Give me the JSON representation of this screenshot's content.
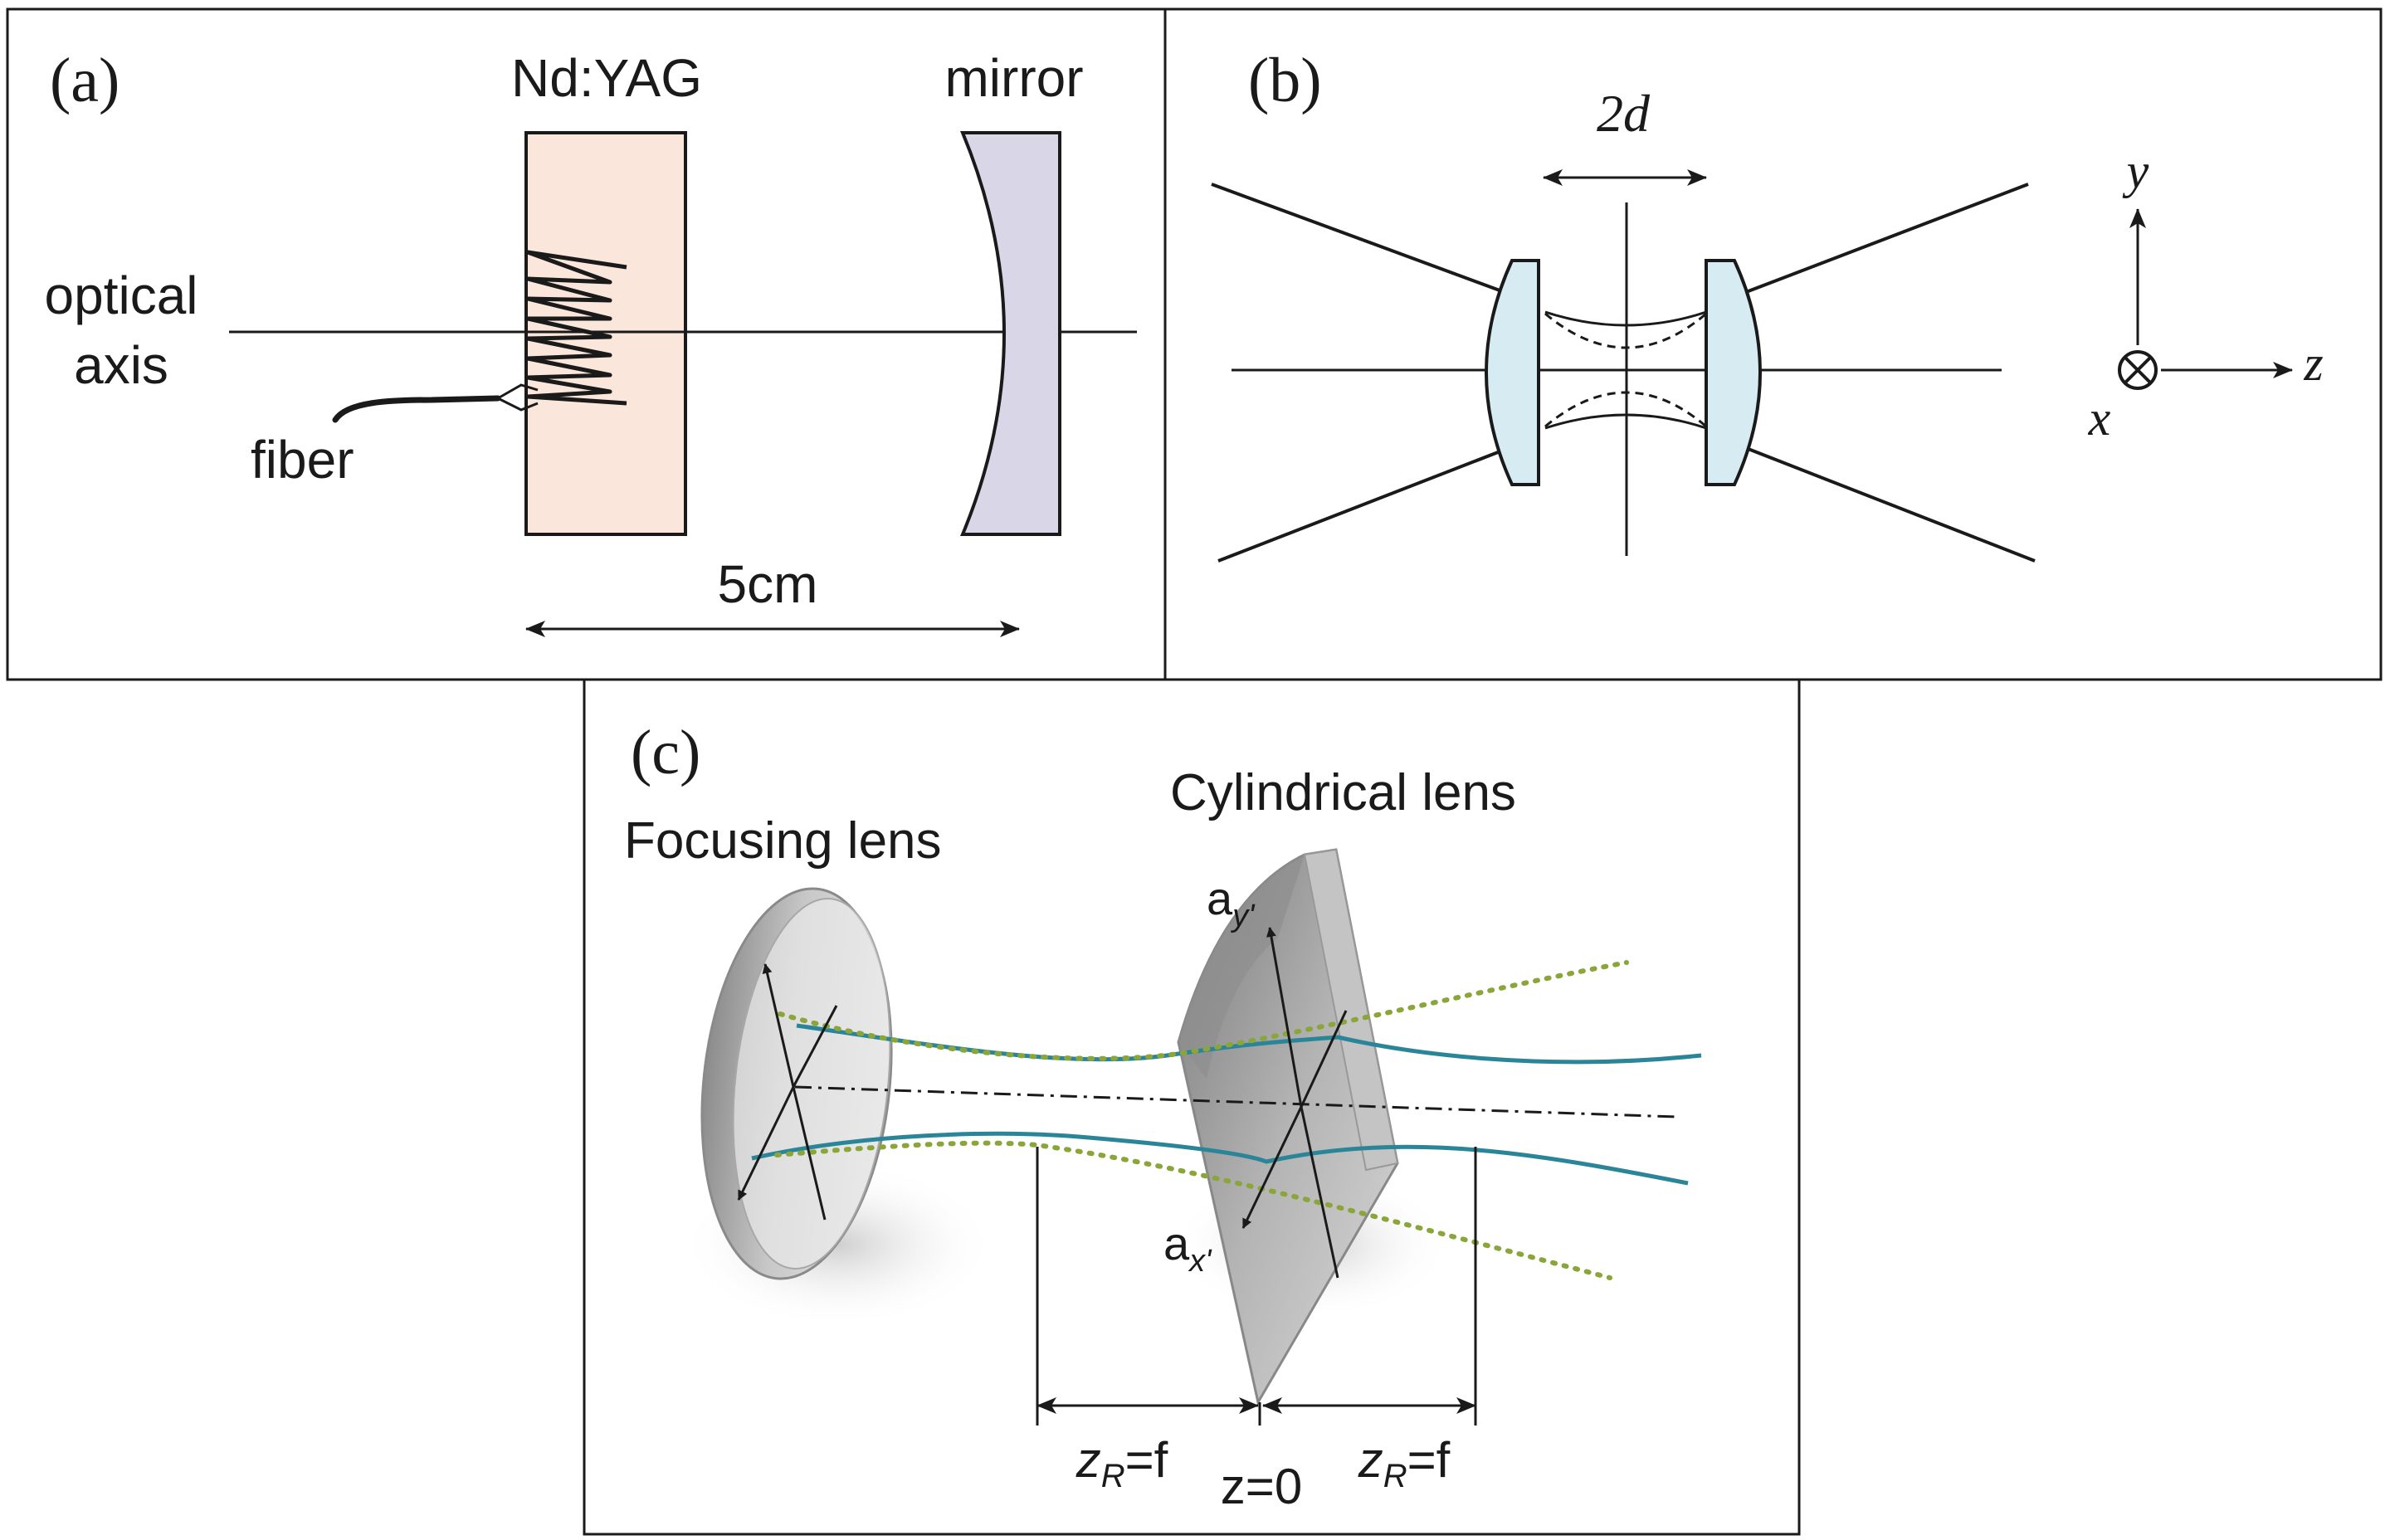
{
  "colors": {
    "stroke": "#1a1a1a",
    "crystal_fill": "#fbe6dc",
    "mirror_fill": "#d9d6e8",
    "lens_fill": "#d6ebf2",
    "beam_teal": "#2b8598",
    "beam_green": "#8aa63a",
    "glass_gray": "#9a9a9a"
  },
  "panel_a": {
    "label": "(a)",
    "crystal_label": "Nd:YAG",
    "mirror_label": "mirror",
    "axis_label_line1": "optical",
    "axis_label_line2": "axis",
    "fiber_label": "fiber",
    "distance_label": "5cm"
  },
  "panel_b": {
    "label": "(b)",
    "separation_label": "2d",
    "axis_y": "y",
    "axis_z": "z",
    "axis_x": "x"
  },
  "panel_c": {
    "label": "(c)",
    "focusing_label": "Focusing lens",
    "cylindrical_label": "Cylindrical lens",
    "ay_main": "a",
    "ay_sub": "y'",
    "ax_main": "a",
    "ax_sub": "x'",
    "zr_left_main": "z",
    "zr_left_sub": "R",
    "zr_left_rest": "=f",
    "z0_label": "z=0",
    "zr_right_main": "z",
    "zr_right_sub": "R",
    "zr_right_rest": "=f"
  },
  "icons": [
    "cross-in-circle-icon"
  ]
}
